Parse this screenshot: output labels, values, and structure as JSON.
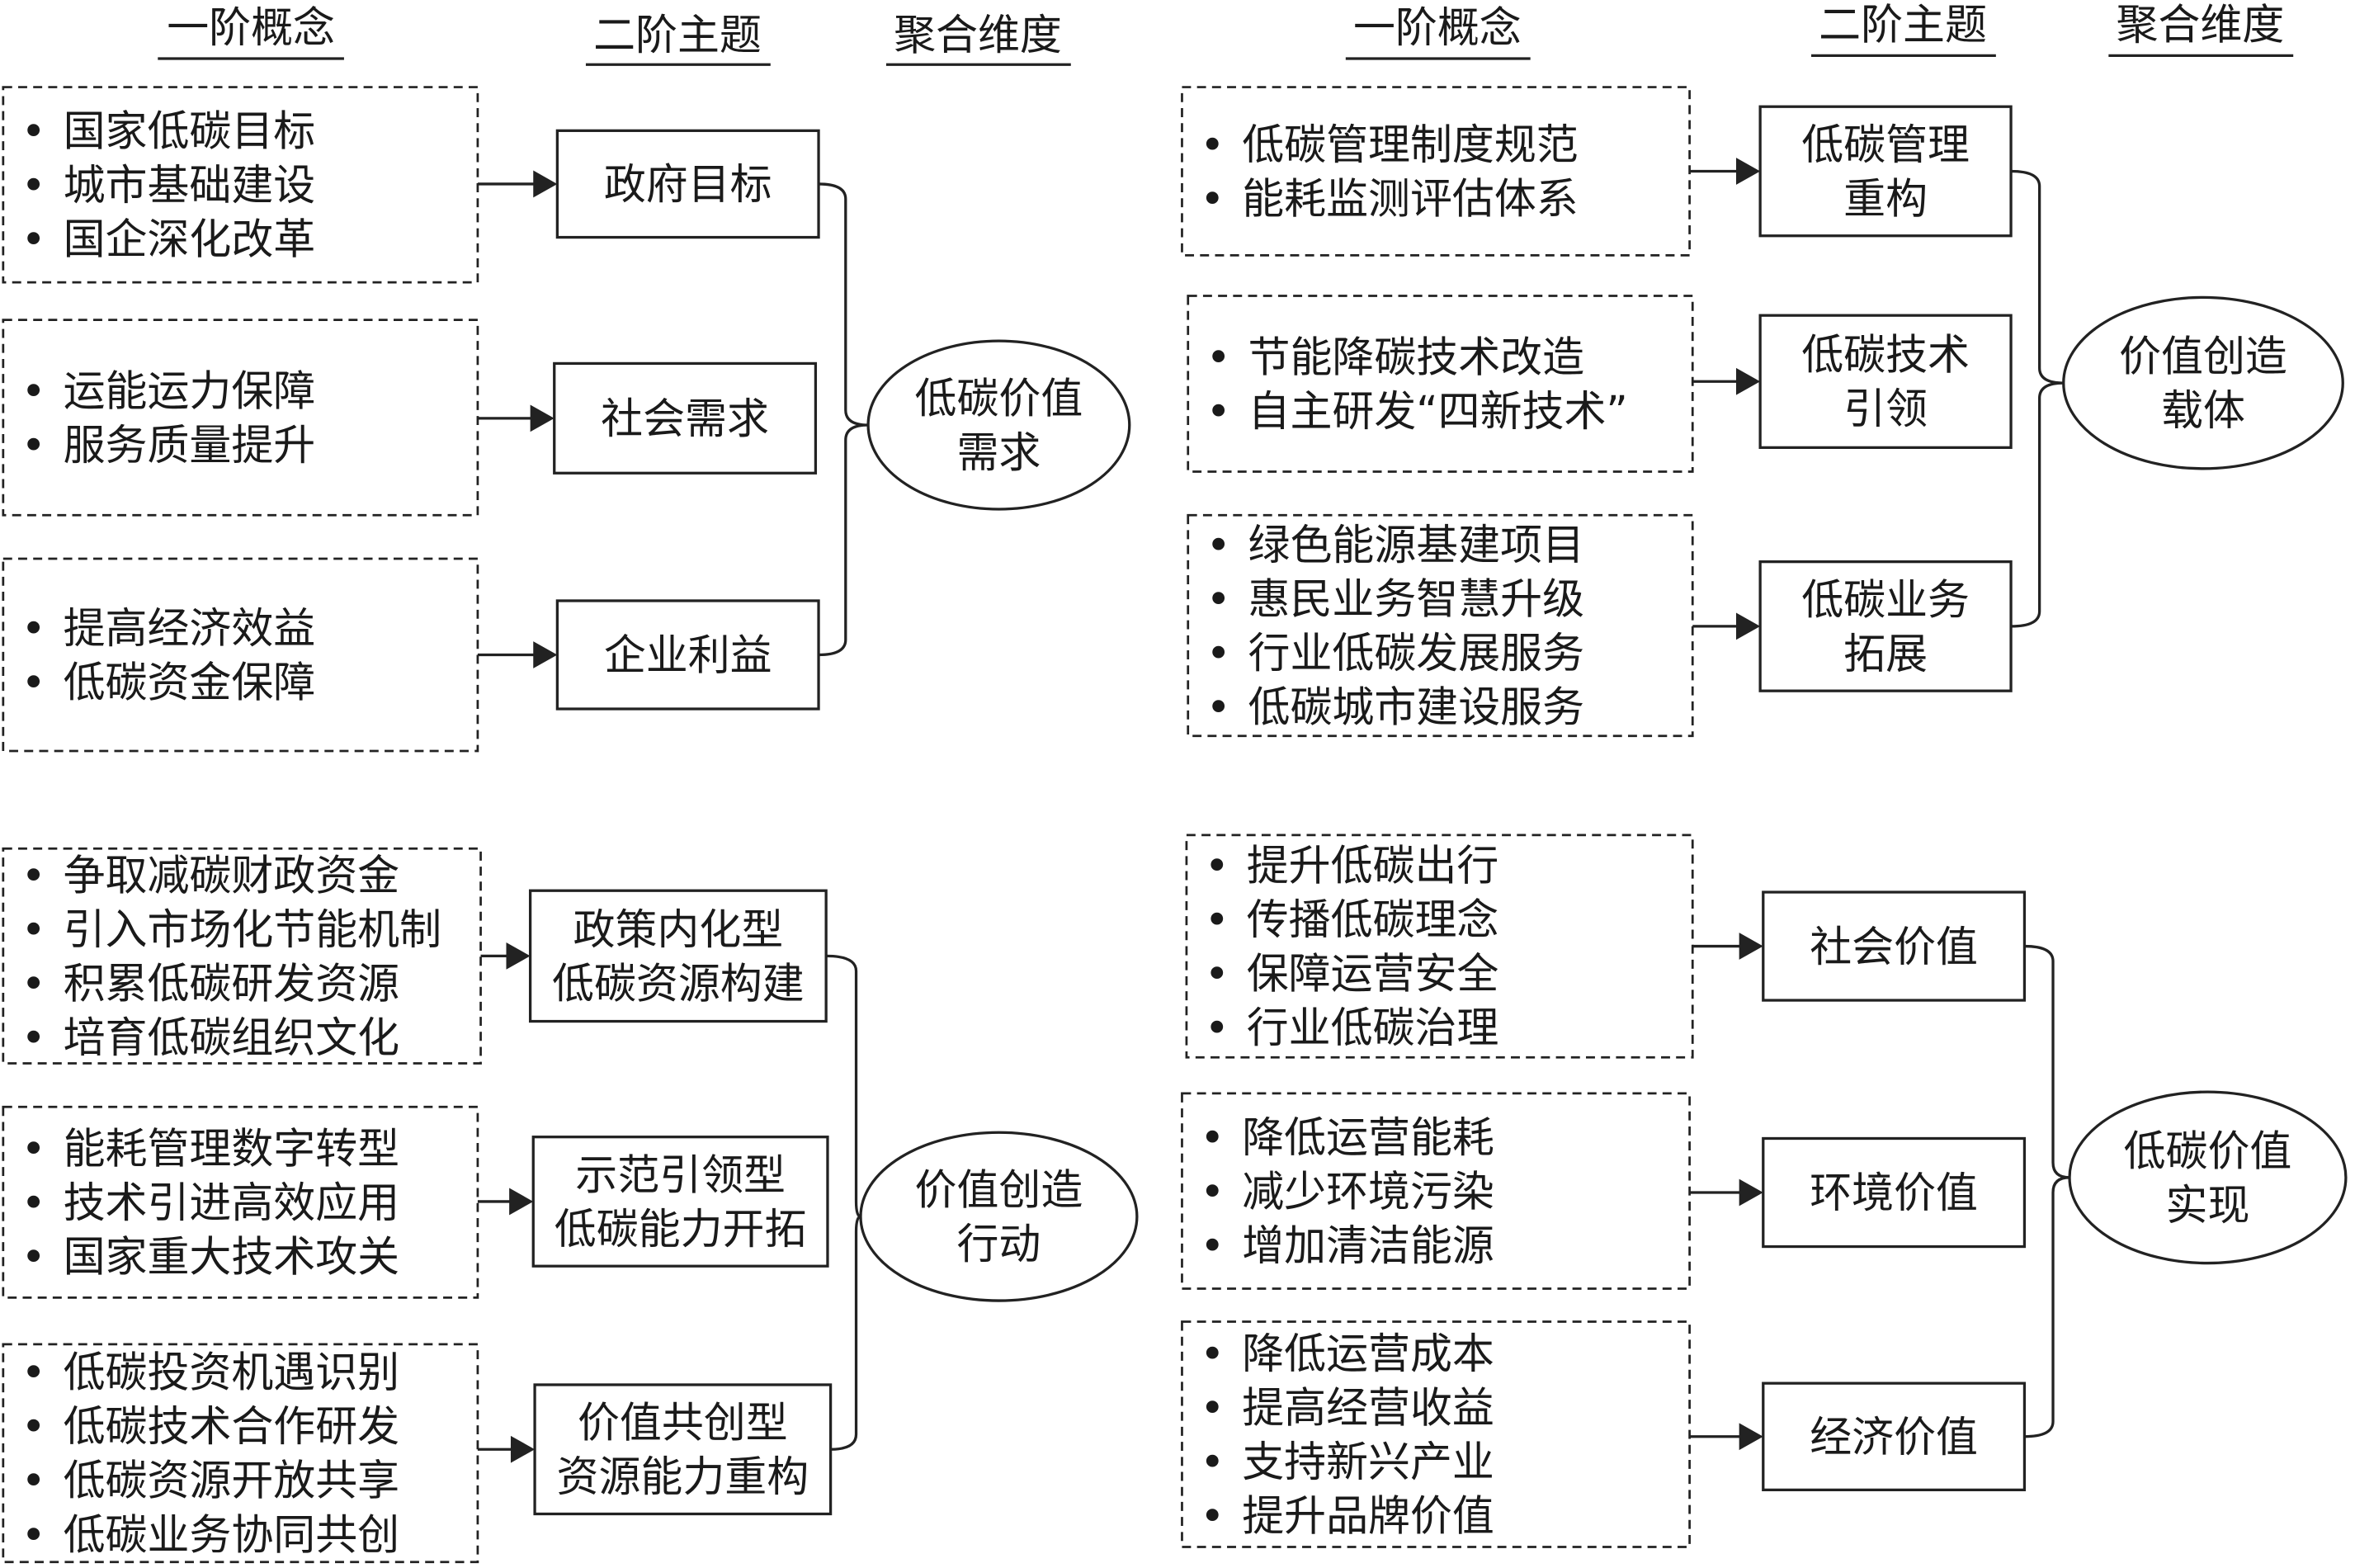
{
  "panels": [
    {
      "headers": {
        "first_order": "一阶概念",
        "second_order": "二阶主题",
        "aggregate": "聚合维度"
      },
      "groups": [
        {
          "concepts": [
            "国家低碳目标",
            "城市基础建设",
            "国企深化改革"
          ],
          "theme": [
            "政府目标"
          ]
        },
        {
          "concepts": [
            "运能运力保障",
            "服务质量提升"
          ],
          "theme": [
            "社会需求"
          ]
        },
        {
          "concepts": [
            "提高经济效益",
            "低碳资金保障"
          ],
          "theme": [
            "企业利益"
          ]
        }
      ],
      "dimension": [
        "低碳价值",
        "需求"
      ]
    },
    {
      "headers": {
        "first_order": "一阶概念",
        "second_order": "二阶主题",
        "aggregate": "聚合维度"
      },
      "groups": [
        {
          "concepts": [
            "低碳管理制度规范",
            "能耗监测评估体系"
          ],
          "theme": [
            "低碳管理",
            "重构"
          ]
        },
        {
          "concepts": [
            "节能降碳技术改造",
            "自主研发“四新技术”"
          ],
          "theme": [
            "低碳技术",
            "引领"
          ]
        },
        {
          "concepts": [
            "绿色能源基建项目",
            "惠民业务智慧升级",
            "行业低碳发展服务",
            "低碳城市建设服务"
          ],
          "theme": [
            "低碳业务",
            "拓展"
          ]
        }
      ],
      "dimension": [
        "价值创造",
        "载体"
      ]
    },
    {
      "groups": [
        {
          "concepts": [
            "争取减碳财政资金",
            "引入市场化节能机制",
            "积累低碳研发资源",
            "培育低碳组织文化"
          ],
          "theme": [
            "政策内化型",
            "低碳资源构建"
          ]
        },
        {
          "concepts": [
            "能耗管理数字转型",
            "技术引进高效应用",
            "国家重大技术攻关"
          ],
          "theme": [
            "示范引领型",
            "低碳能力开拓"
          ]
        },
        {
          "concepts": [
            "低碳投资机遇识别",
            "低碳技术合作研发",
            "低碳资源开放共享",
            "低碳业务协同共创"
          ],
          "theme": [
            "价值共创型",
            "资源能力重构"
          ]
        }
      ],
      "dimension": [
        "价值创造",
        "行动"
      ]
    },
    {
      "groups": [
        {
          "concepts": [
            "提升低碳出行",
            "传播低碳理念",
            "保障运营安全",
            "行业低碳治理"
          ],
          "theme": [
            "社会价值"
          ]
        },
        {
          "concepts": [
            "降低运营能耗",
            "减少环境污染",
            "增加清洁能源"
          ],
          "theme": [
            "环境价值"
          ]
        },
        {
          "concepts": [
            "降低运营成本",
            "提高经营收益",
            "支持新兴产业",
            "提升品牌价值"
          ],
          "theme": [
            "经济价值"
          ]
        }
      ],
      "dimension": [
        "低碳价值",
        "实现"
      ]
    }
  ],
  "bullet": "•"
}
